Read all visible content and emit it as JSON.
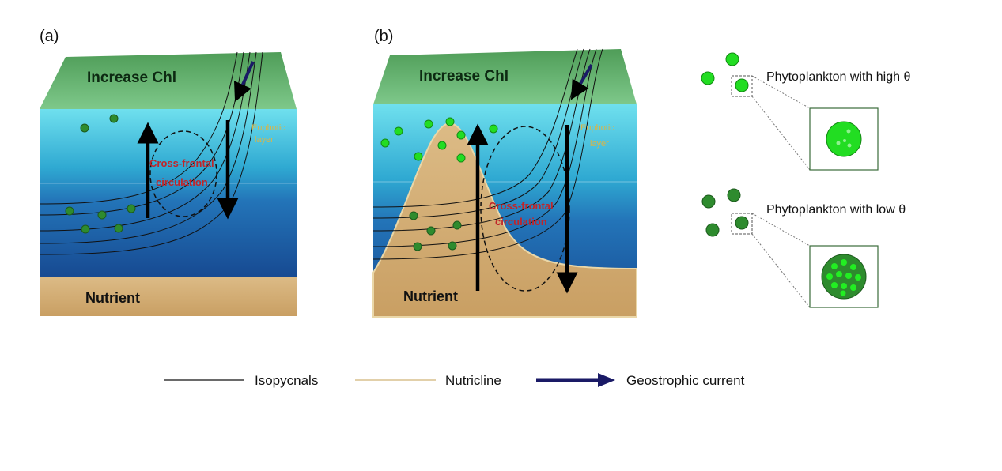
{
  "panel_a": {
    "label": "(a)",
    "top_text": "Increase Chl",
    "bottom_text": "Nutrient",
    "zone_text": [
      "Euphotic",
      "layer"
    ],
    "circulation_text": [
      "Cross-frontal",
      "circulation"
    ]
  },
  "panel_b": {
    "label": "(b)",
    "top_text": "Increase Chl",
    "bottom_text": "Nutrient",
    "zone_text": [
      "Euphotic",
      "layer"
    ],
    "circulation_text": [
      "Cross-frontal",
      "circulation"
    ]
  },
  "phytoplankton": {
    "high": {
      "label": "Phytoplankton with high θ",
      "color": "#22dd22"
    },
    "low": {
      "label": "Phytoplankton with low θ",
      "color": "#2e8b2e"
    }
  },
  "legend": {
    "isopycnals": "Isopycnals",
    "nutricline": "Nutricline",
    "current": "Geostrophic current"
  },
  "colors": {
    "surface_green": "#6fbf78",
    "water_top": "#5fd0e0",
    "water_bottom": "#1b4f9a",
    "nutrient": "#d6b07a",
    "circulation_text": "#c0252a",
    "zone_text": "#d9b548",
    "current_arrow": "#1a1a66"
  }
}
